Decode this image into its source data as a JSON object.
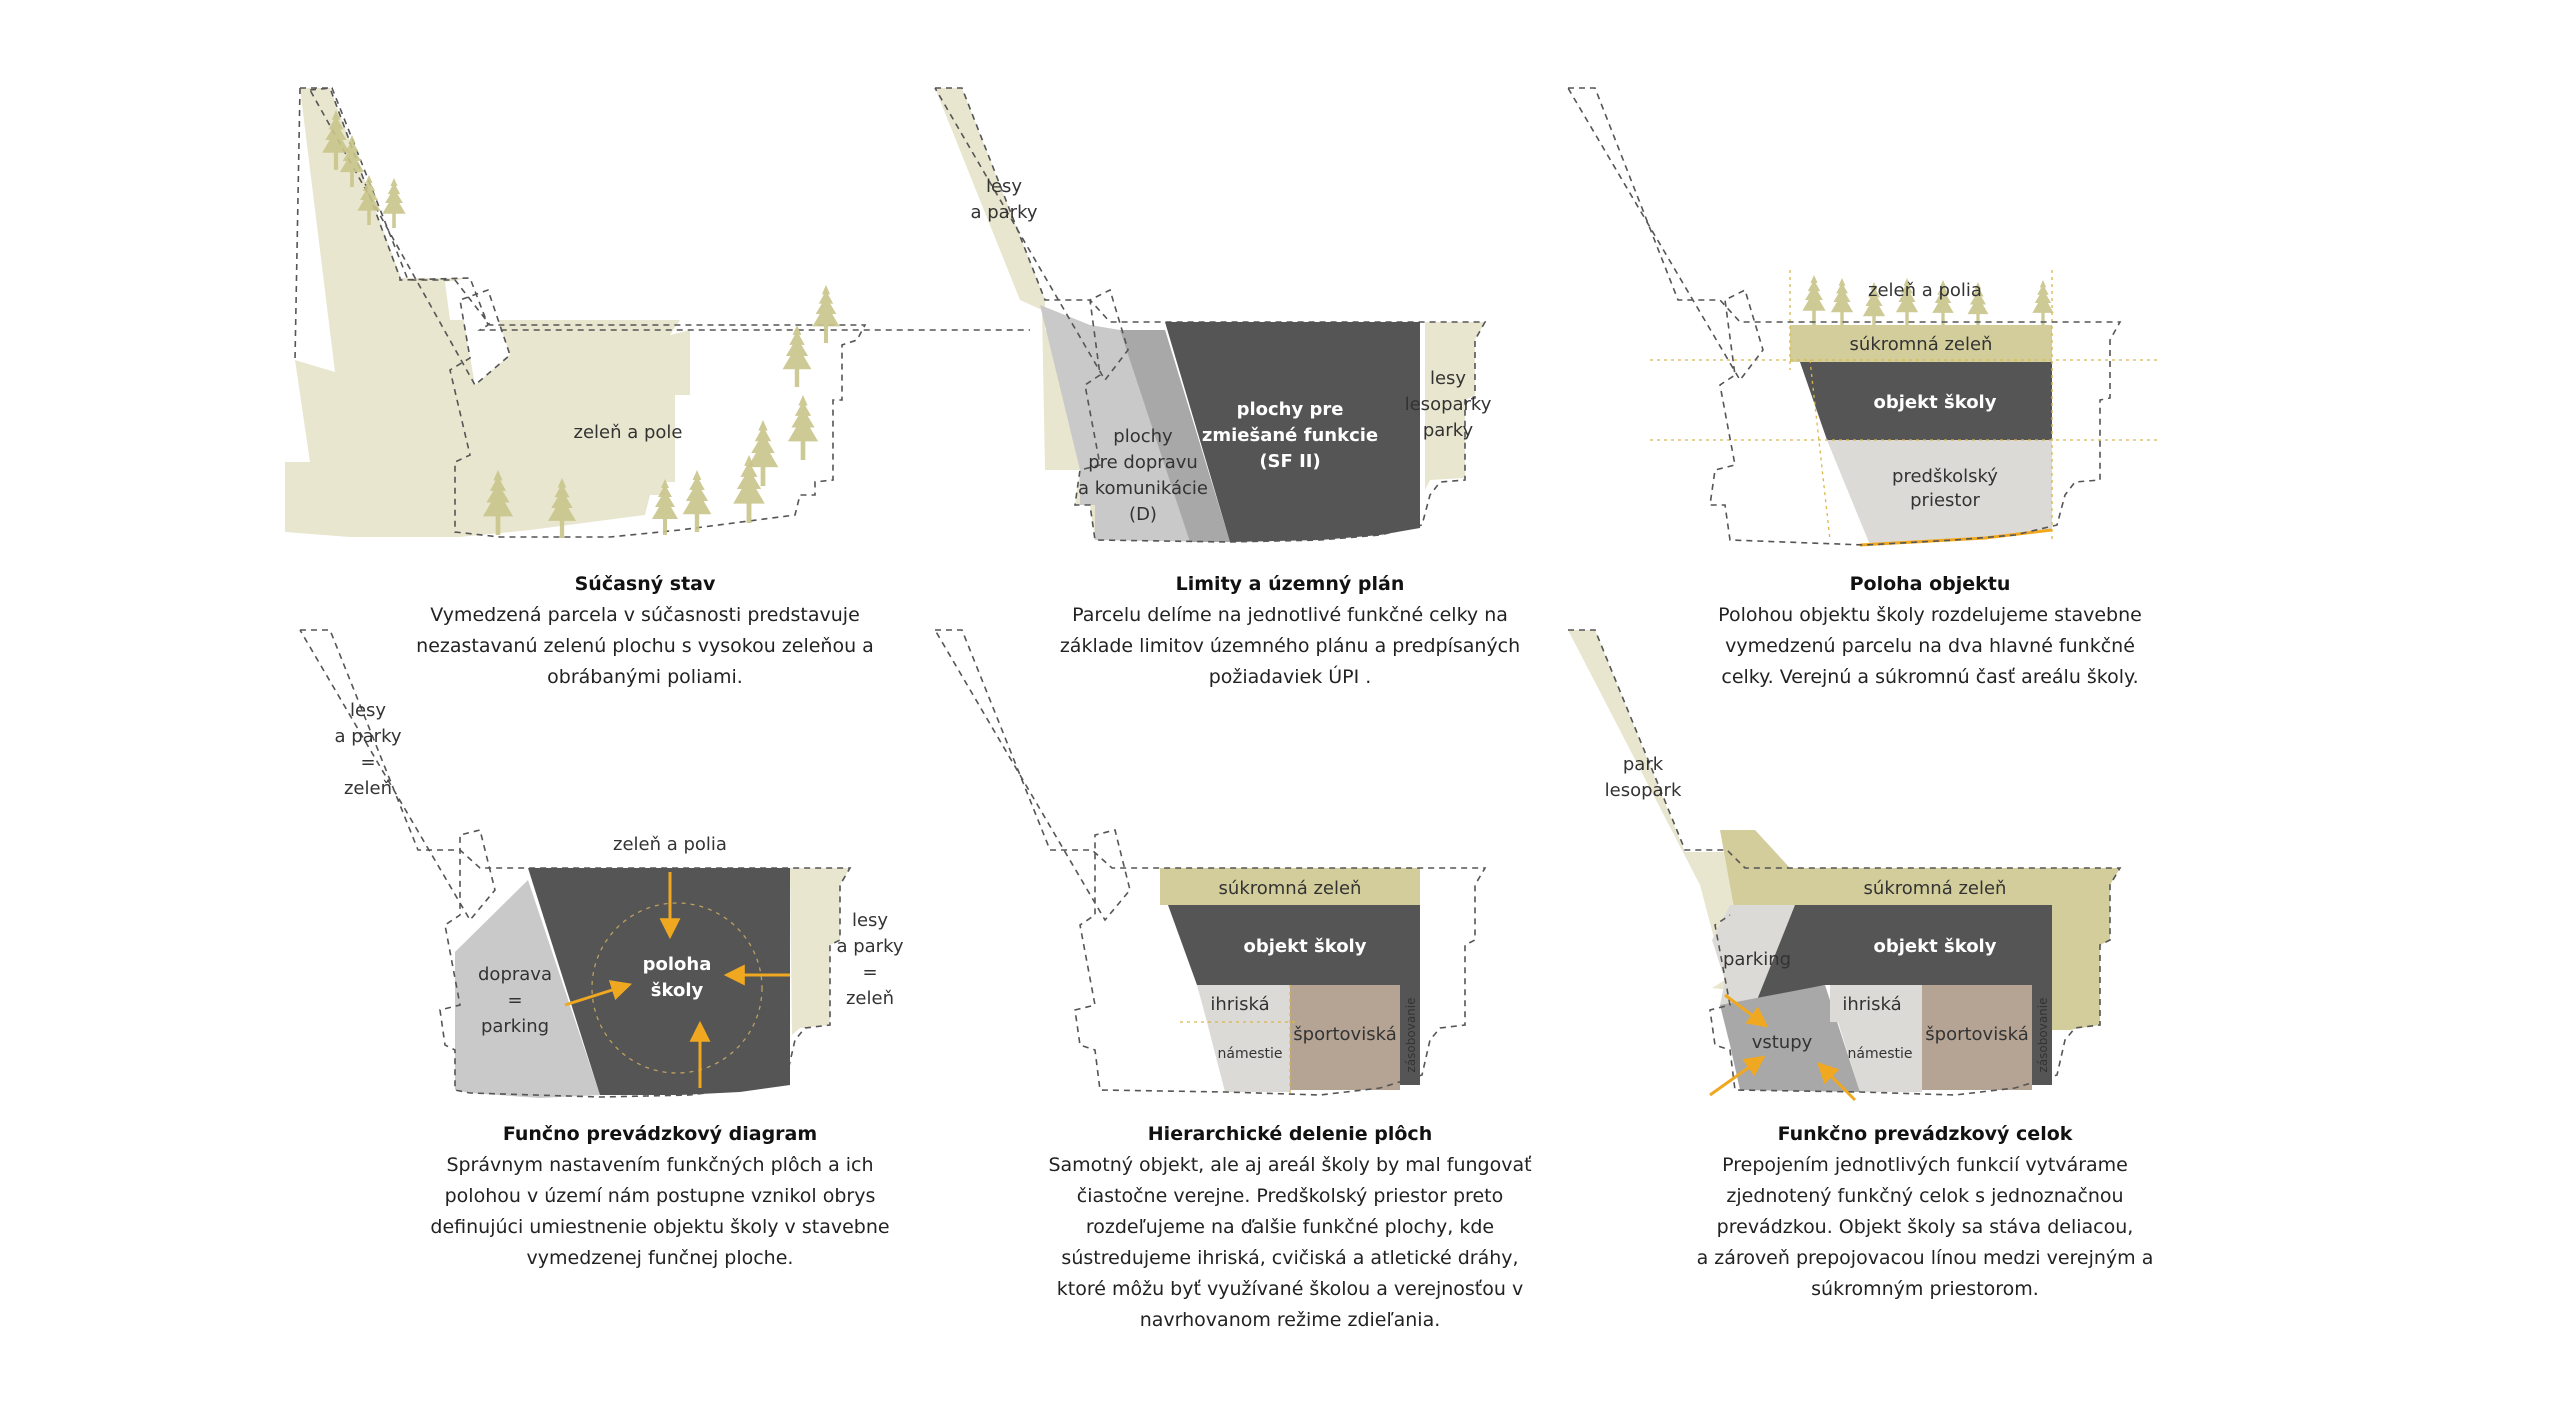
{
  "colors": {
    "green_light": "#e9e6cf",
    "green": "#d2cd9b",
    "tree": "#c9c48a",
    "dark": "#555555",
    "grey": "#c9c9c9",
    "grey_mid": "#a8a8a8",
    "light_grey": "#dcdad6",
    "brown": "#b5a494",
    "orange": "#f0a820"
  },
  "panels": [
    {
      "title": "Súčasný stav",
      "lines": [
        "Vymedzená parcela v súčasnosti predstavuje",
        "nezastavanú zelenú plochu s vysokou zeleňou a",
        "obrábanými poliami."
      ],
      "labels": [
        "zeleň a pole"
      ]
    },
    {
      "title": "Limity a územný plán",
      "lines": [
        "Parcelu delíme na jednotlivé funkčné celky na",
        "základe limitov územného plánu a predpísaných",
        "požiadaviek ÚPI ."
      ],
      "labels": [
        "lesy",
        "a parky",
        "plochy pre",
        "zmiešané funkcie",
        "(SF II)",
        "plochy",
        "pre dopravu",
        "a komunikácie",
        "(D)",
        "lesy",
        "lesoparky",
        "parky"
      ]
    },
    {
      "title": "Poloha objektu",
      "lines": [
        "Polohou objektu školy rozdelujeme stavebne",
        "vymedzenú parcelu na dva hlavné funkčné",
        "celky. Verejnú a súkromnú časť areálu školy."
      ],
      "labels": [
        "zeleň a polia",
        "súkromná zeleň",
        "objekt školy",
        "predškolský",
        "priestor"
      ]
    },
    {
      "title": "Funčno prevádzkový diagram",
      "lines": [
        "Správnym nastavením funkčných plôch a ich",
        "polohou v území nám postupne vznikol obrys",
        "definujúci umiestnenie objektu školy v stavebne",
        "vymedzenej funčnej ploche."
      ],
      "labels": [
        "lesy",
        "a parky",
        "=",
        "zeleň",
        "zeleň a polia",
        "poloha",
        "školy",
        "doprava",
        "=",
        "parking",
        "lesy",
        "a parky",
        "=",
        "zeleň"
      ]
    },
    {
      "title": "Hierarchické delenie plôch",
      "lines": [
        "Samotný objekt, ale aj areál školy by mal fungovať",
        "čiastočne verejne. Predškolský priestor preto",
        "rozdeľujeme na ďalšie funkčné plochy, kde",
        "sústredujeme ihriská, cvičiská a atletické dráhy,",
        "ktoré môžu byť využívané školou a verejnosťou v",
        "navrhovanom režime zdieľania."
      ],
      "labels": [
        "súkromná zeleň",
        "objekt školy",
        "ihriská",
        "námestie",
        "športoviská",
        "zásobovanie"
      ]
    },
    {
      "title": "Funkčno prevádzkový celok",
      "lines": [
        "Prepojením jednotlivých funkcií vytvárame",
        "zjednotený funkčný celok s jednoznačnou",
        "prevádzkou. Objekt školy sa stáva deliacou,",
        "a zároveň prepojovacou línou medzi verejným a",
        "súkromným priestorom."
      ],
      "labels": [
        "park",
        "lesopark",
        "súkromná zeleň",
        "objekt školy",
        "parking",
        "ihriská",
        "vstupy",
        "námestie",
        "športoviská",
        "zásobovanie"
      ]
    }
  ]
}
